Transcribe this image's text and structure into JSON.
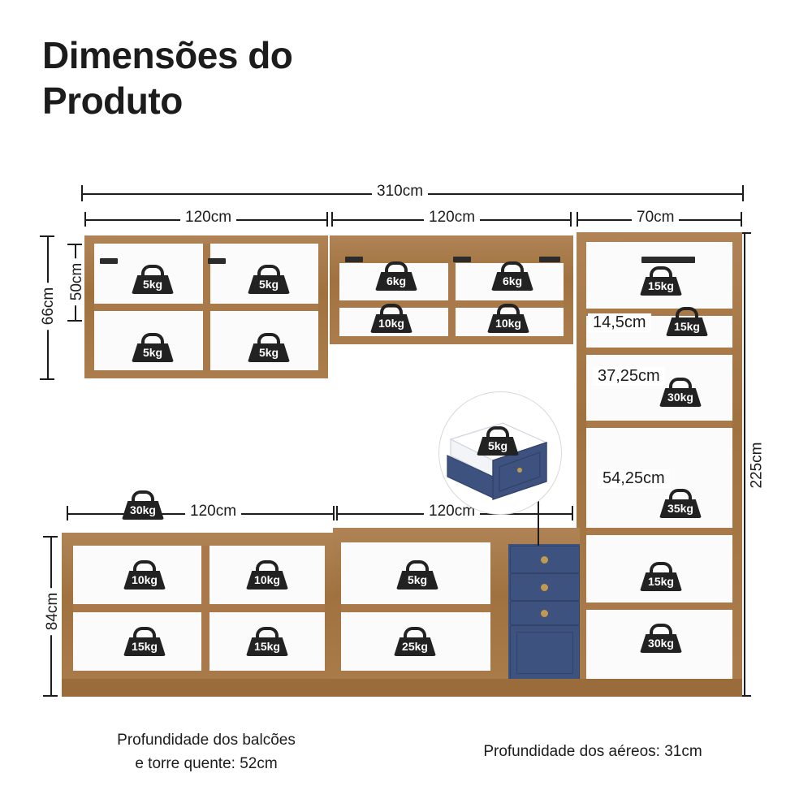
{
  "title": "Dimensões do\nProduto",
  "title_line1": "Dimensões do",
  "title_line2": "Produto",
  "dimensions": {
    "total_width": "310cm",
    "top_left_width": "120cm",
    "top_mid_width": "120cm",
    "top_right_width": "70cm",
    "upper_height_outer": "66cm",
    "upper_height_inner": "50cm",
    "total_height": "225cm",
    "tower_shelf_1": "14,5cm",
    "tower_shelf_2": "37,25cm",
    "tower_shelf_3": "54,25cm",
    "bottom_left_width": "120cm",
    "bottom_mid_width": "120cm",
    "bottom_height": "84cm"
  },
  "captions": {
    "left_line1": "Profundidade dos balcões",
    "left_line2": "e torre quente: 52cm",
    "right": "Profundidade dos aéreos: 31cm"
  },
  "weights": {
    "upper_left": [
      "5kg",
      "5kg",
      "5kg",
      "5kg"
    ],
    "upper_mid": [
      "6kg",
      "6kg",
      "10kg",
      "10kg"
    ],
    "tower": [
      "15kg",
      "15kg",
      "30kg",
      "35kg",
      "15kg",
      "30kg"
    ],
    "bottom_left": [
      "30kg",
      "10kg",
      "10kg",
      "15kg",
      "15kg"
    ],
    "bottom_mid": [
      "5kg",
      "25kg"
    ],
    "drawer_callout": "5kg"
  },
  "colors": {
    "wood": "#a9794a",
    "blue": "#3e527f",
    "badge": "#222222",
    "line": "#1c1c1c",
    "panel": "#fbfbfb"
  }
}
